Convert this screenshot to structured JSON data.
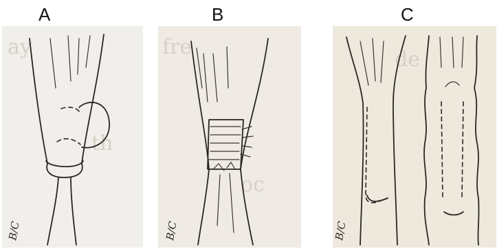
{
  "panels": [
    {
      "label": "A",
      "signature": "B/C"
    },
    {
      "label": "B",
      "signature": "B/C"
    },
    {
      "label": "C",
      "signature": "B/C"
    }
  ],
  "colors": {
    "background_a": "#f1efeb",
    "background_b": "#efebe4",
    "background_c": "#eee9dd",
    "ink": "#2a2522"
  }
}
